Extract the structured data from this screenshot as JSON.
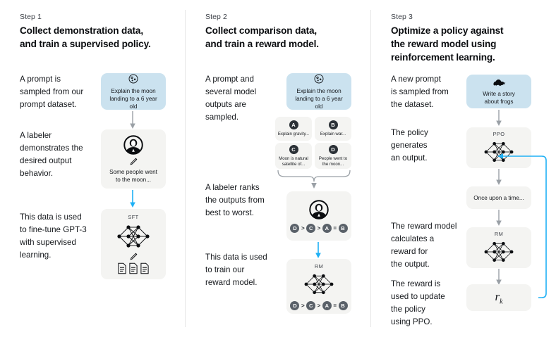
{
  "meta": {
    "accent_blue": "#1eb0f5",
    "card_blue": "#cbe2ef",
    "card_gray": "#f4f4f2",
    "arrow_gray": "#9aa0a6",
    "text_dark": "#16191d"
  },
  "columns": [
    {
      "step_label": "Step 1",
      "title": "Collect demonstration data,\nand train a supervised policy.",
      "paragraphs": [
        "A prompt is\nsampled from our\nprompt dataset.",
        "A labeler\ndemonstrates the\ndesired output\nbehavior.",
        "This data is used\nto fine-tune GPT-3\nwith supervised\nlearning."
      ],
      "cards": {
        "prompt": {
          "icon": "moon-icon",
          "text": "Explain the moon\nlanding to a 6 year old"
        },
        "demo": {
          "icon": "labeler-icon",
          "text": "Some people went\nto the moon..."
        },
        "train": {
          "label": "SFT",
          "icon": "neural-network-icon"
        }
      }
    },
    {
      "step_label": "Step 2",
      "title": "Collect comparison data,\nand train a reward model.",
      "paragraphs": [
        "A prompt and\nseveral model\noutputs are\nsampled.",
        "A labeler ranks\nthe outputs from\nbest to worst.",
        "This data is used\nto train our\nreward model."
      ],
      "cards": {
        "prompt": {
          "icon": "moon-icon",
          "text": "Explain the moon\nlanding to a 6 year old"
        },
        "options": [
          {
            "badge": "A",
            "text": "Explain gravity..."
          },
          {
            "badge": "B",
            "text": "Explain war..."
          },
          {
            "badge": "C",
            "text": "Moon is natural\nsatellite of..."
          },
          {
            "badge": "D",
            "text": "People went to\nthe moon..."
          }
        ],
        "rank": {
          "icon": "labeler-icon",
          "tokens": [
            "D",
            ">",
            "C",
            ">",
            "A",
            "=",
            "B"
          ]
        },
        "train": {
          "label": "RM",
          "icon": "neural-network-icon",
          "tokens": [
            "D",
            ">",
            "C",
            ">",
            "A",
            "=",
            "B"
          ]
        }
      }
    },
    {
      "step_label": "Step 3",
      "title": "Optimize a policy against\nthe reward model using\nreinforcement learning.",
      "paragraphs": [
        "A new prompt\nis sampled from\nthe dataset.",
        "The policy\ngenerates\nan output.",
        "The reward model\ncalculates a\nreward for\nthe output.",
        "The reward is\nused to update\nthe policy\nusing PPO."
      ],
      "cards": {
        "prompt": {
          "icon": "frog-icon",
          "text": "Write a story\nabout frogs"
        },
        "policy": {
          "label": "PPO",
          "icon": "neural-network-icon"
        },
        "output": {
          "text": "Once upon a time..."
        },
        "reward_model": {
          "label": "RM",
          "icon": "neural-network-icon"
        },
        "reward": {
          "text": "r",
          "subscript": "k"
        }
      }
    }
  ]
}
